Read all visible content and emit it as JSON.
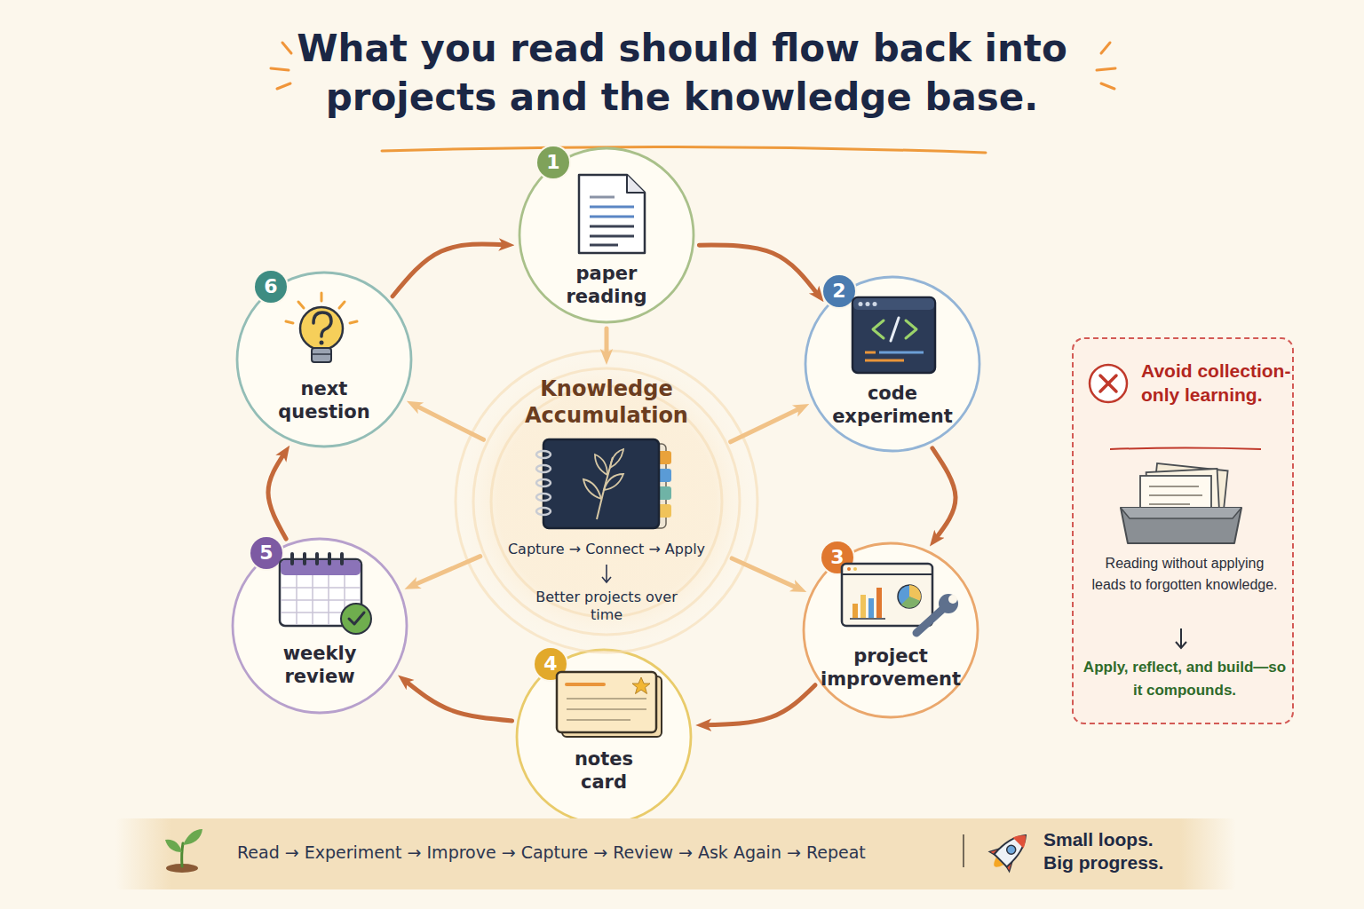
{
  "diagram": {
    "title": "What you read should flow back into projects and the knowledge base.",
    "nodes": [
      {
        "text": [
          "1",
          "paper reading"
        ]
      },
      {
        "text": [
          "2",
          "code experiment"
        ]
      },
      {
        "text": [
          "3",
          "project improvement"
        ]
      },
      {
        "text": [
          "4",
          "notes card"
        ]
      },
      {
        "text": [
          "5",
          "weekly review"
        ]
      },
      {
        "text": [
          "6",
          "next question"
        ]
      },
      {
        "text": [
          "Knowledge Accumulation",
          "Capture → Connect → Apply",
          "Better projects over time"
        ]
      },
      {
        "text": [
          "Avoid collection-only learning.",
          "Reading without applying leads to forgotten knowledge.",
          "Apply, reflect, and build—so it compounds."
        ]
      },
      {
        "text": [
          "Read → Experiment → Improve → Capture → Review → Ask Again → Repeat",
          "Small loops. Big progress."
        ]
      }
    ],
    "edges": [
      {
        "from": 0,
        "to": 1,
        "arrow": "to"
      },
      {
        "from": 1,
        "to": 2,
        "arrow": "to"
      },
      {
        "from": 2,
        "to": 3,
        "arrow": "to"
      },
      {
        "from": 3,
        "to": 4,
        "arrow": "to"
      },
      {
        "from": 4,
        "to": 5,
        "arrow": "to"
      },
      {
        "from": 5,
        "to": 0,
        "arrow": "to"
      },
      {
        "from": 0,
        "to": 6,
        "arrow": "to"
      },
      {
        "from": 6,
        "to": 1,
        "arrow": "to"
      },
      {
        "from": 6,
        "to": 2,
        "arrow": "to"
      },
      {
        "from": 6,
        "to": 4,
        "arrow": "to"
      },
      {
        "from": 6,
        "to": 5,
        "arrow": "to"
      }
    ]
  }
}
